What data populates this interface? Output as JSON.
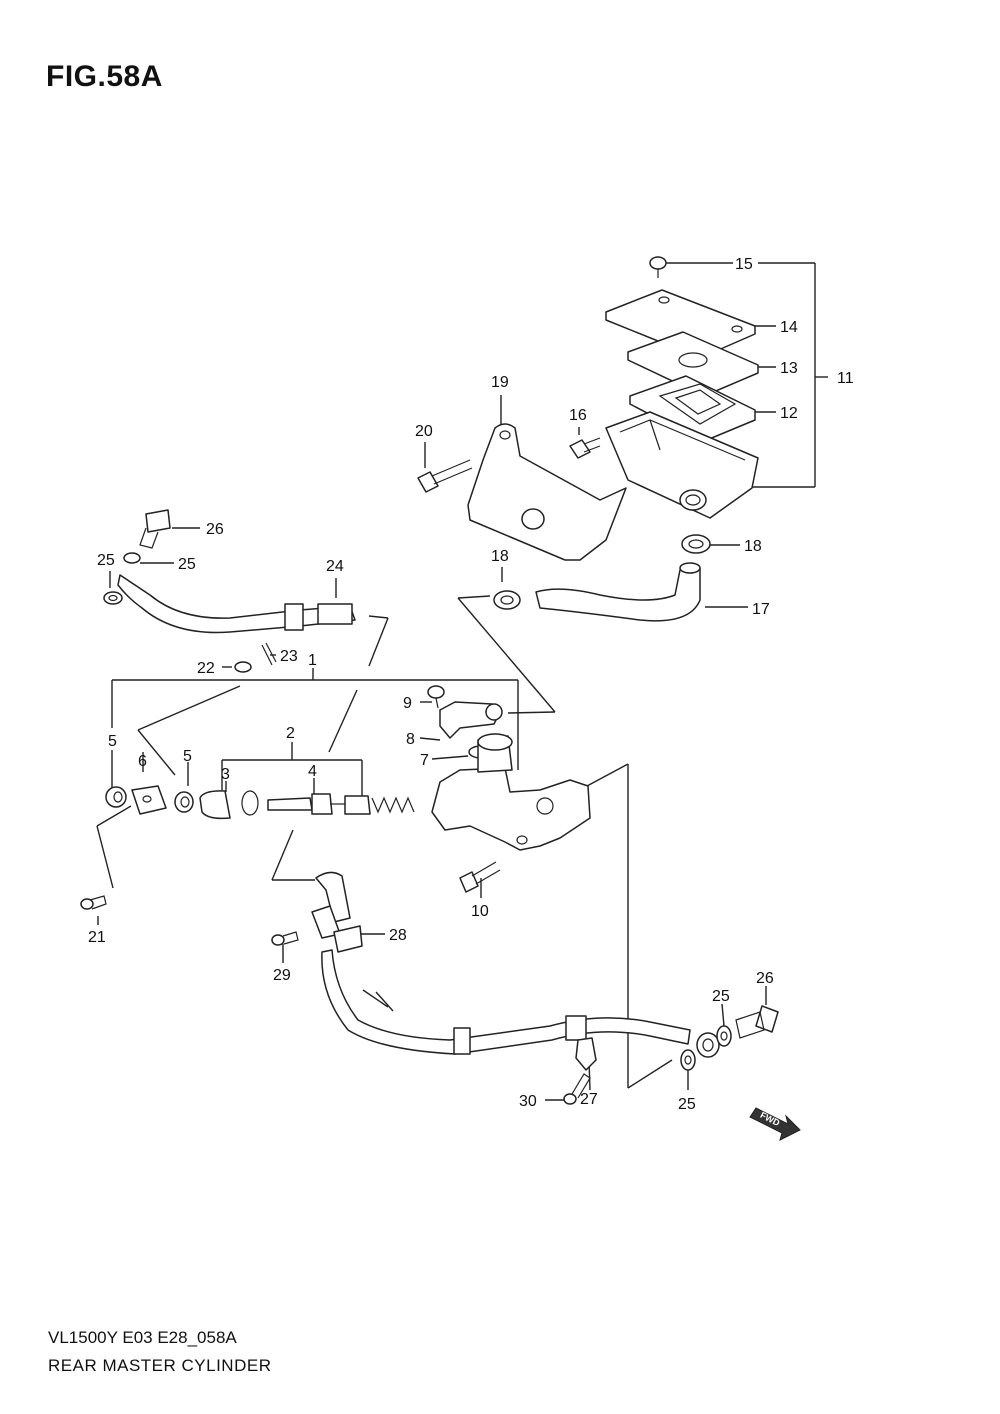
{
  "figure": {
    "title": "FIG.58A",
    "model_code": "VL1500Y  E03  E28_058A",
    "name": "REAR MASTER CYLINDER"
  },
  "callouts": {
    "c15": "15",
    "c14": "14",
    "c13": "13",
    "c12": "12",
    "c11": "11",
    "c19": "19",
    "c16": "16",
    "c20": "20",
    "c26a": "26",
    "c25a": "25",
    "c25b": "25",
    "c24": "24",
    "c18a": "18",
    "c18b": "18",
    "c17": "17",
    "c23": "23",
    "c22": "22",
    "c1": "1",
    "c9": "9",
    "c8": "8",
    "c7": "7",
    "c2": "2",
    "c5a": "5",
    "c6": "6",
    "c5b": "5",
    "c3": "3",
    "c4": "4",
    "c10": "10",
    "c21": "21",
    "c28": "28",
    "c29": "29",
    "c26b": "26",
    "c25c": "25",
    "c25d": "25",
    "c30": "30",
    "c27": "27"
  },
  "fwd_marker": {
    "label": "FWD",
    "icon": "fwd-arrow-icon"
  }
}
